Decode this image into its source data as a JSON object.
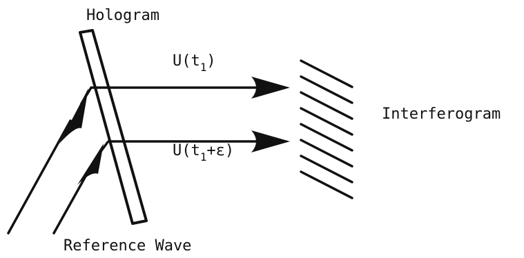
{
  "labels": {
    "hologram": "Hologram",
    "reference_wave": "Reference Wave",
    "interferogram": "Interferogram",
    "beam1_prefix": "U(t",
    "beam1_sub": "1",
    "beam1_suffix": ")",
    "beam2_prefix": "U(t",
    "beam2_sub": "1",
    "beam2_suffix": "+ε)"
  },
  "colors": {
    "ink": "#111111",
    "background": "#ffffff"
  }
}
